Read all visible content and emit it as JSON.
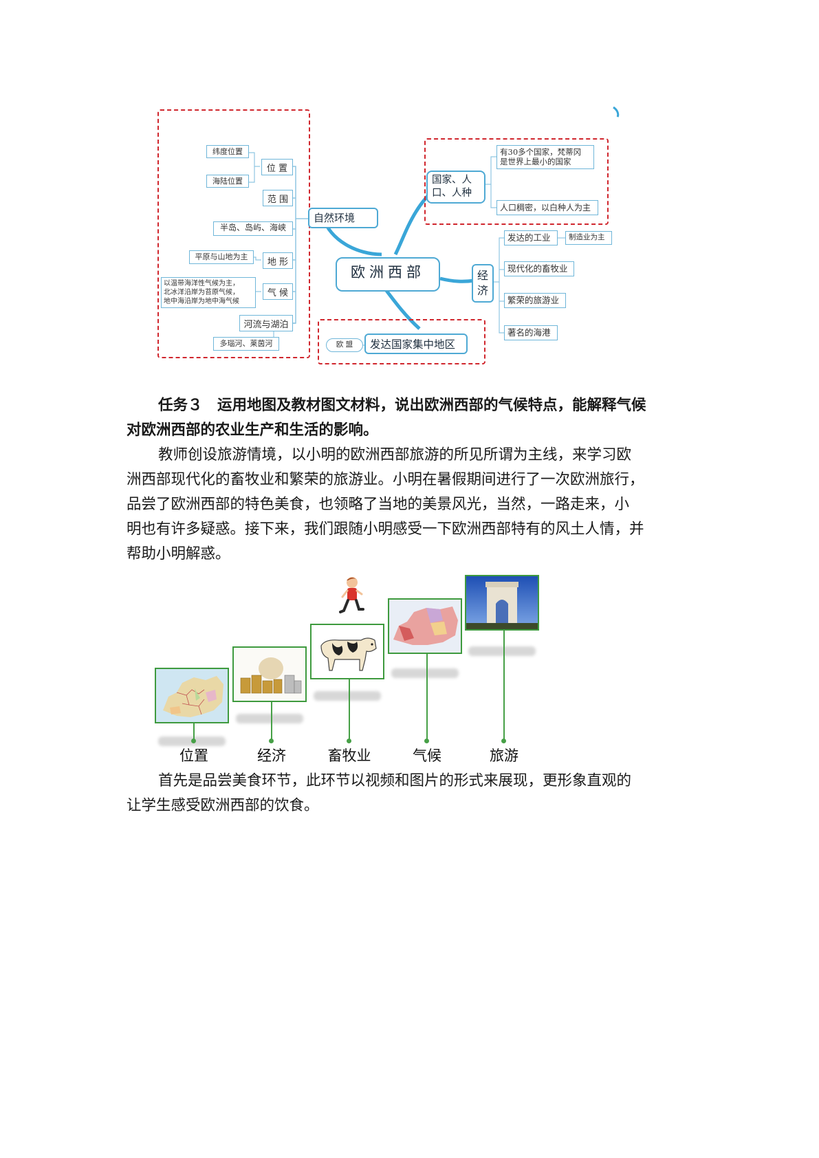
{
  "mindmap": {
    "center": "欧洲西部",
    "natural": {
      "label": "自然环境",
      "location": {
        "label": "位 置",
        "children": [
          "纬度位置",
          "海陆位置"
        ]
      },
      "range": "范 围",
      "peninsula": "半岛、岛屿、海峡",
      "terrain": {
        "label": "地 形",
        "detail": "平原与山地为主"
      },
      "climate": {
        "label": "气 候",
        "detail_lines": [
          "以温带海洋性气候为主，",
          "北冰洋沿岸为苔原气候，",
          "地中海沿岸为地中海气候"
        ]
      },
      "rivers": {
        "label": "河流与湖泊",
        "detail": "多瑙河、莱茵河"
      }
    },
    "population": {
      "label": "国家、人口、人种",
      "label_lines": [
        "国家、人",
        "口、人种"
      ],
      "details_lines": [
        [
          "有30多个国家，梵蒂冈",
          "是世界上最小的国家"
        ],
        [
          "人口稠密，以白种人为主"
        ]
      ]
    },
    "economy": {
      "label": "经济",
      "label_lines": [
        "经",
        "济"
      ],
      "items": [
        "发达的工业",
        "现代化的畜牧业",
        "繁荣的旅游业",
        "著名的海港"
      ],
      "industry_note": "制造业为主"
    },
    "developed": {
      "label": "发达国家集中地区",
      "note": "欧 盟"
    }
  },
  "task": {
    "line1": "任务３　运用地图及教材图文材料，说出欧洲西部的气候特点，能解释气候",
    "line2": "对欧洲西部的农业生产和生活的影响。"
  },
  "intro": {
    "lines": [
      "教师创设旅游情境，以小明的欧洲西部旅游的所见所谓为主线，来学习欧",
      "洲西部现代化的畜牧业和繁荣的旅游业。小明在暑假期间进行了一次欧洲旅行，",
      "品尝了欧洲西部的特色美食，也领略了当地的美景风光，当然，一路走来，小",
      "明也有许多疑惑。接下来，我们跟随小明感受一下欧洲西部特有的风土人情，并",
      "帮助小明解惑。"
    ]
  },
  "staircase": {
    "steps": [
      {
        "label": "位置",
        "image": "europe-political-map"
      },
      {
        "label": "经济",
        "image": "coins-and-money-bag"
      },
      {
        "label": "畜牧业",
        "image": "dairy-cow"
      },
      {
        "label": "气候",
        "image": "europe-climate-map"
      },
      {
        "label": "旅游",
        "image": "arc-de-triomphe"
      }
    ],
    "runner_icon": "running-boy-icon"
  },
  "closing": {
    "lines": [
      "首先是品尝美食环节，此环节以视频和图片的形式来展现，更形象直观的",
      "让学生感受欧洲西部的饮食。"
    ]
  },
  "colors": {
    "dash_red": "#d0262d",
    "branch_blue": "#4ea9d4",
    "stair_green": "#46a046"
  }
}
